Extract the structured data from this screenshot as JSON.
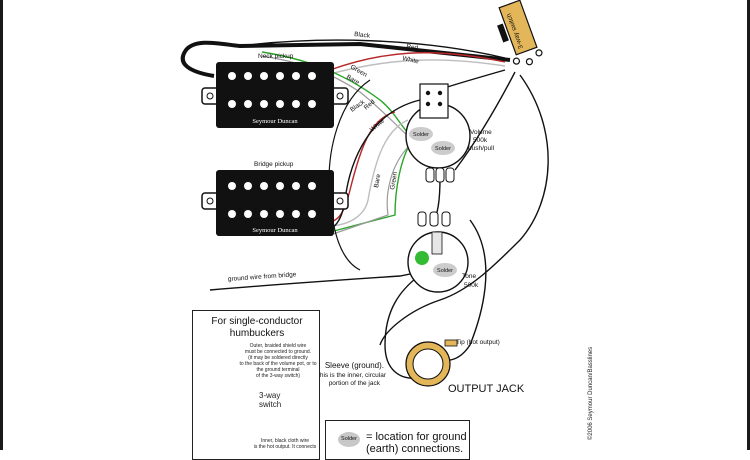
{
  "labels": {
    "neck_pickup": "Neck pickup",
    "bridge_pickup": "Bridge pickup",
    "brand": "Seymour Duncan",
    "switch": "3-way switch",
    "black": "Black",
    "red": "Red",
    "white": "White",
    "green": "Green",
    "bare": "Bare",
    "solder": "Solder",
    "volume": "Volume",
    "volume_value": "500k",
    "volume_type": "push/pull",
    "tone": "Tone",
    "tone_value": "500k",
    "ground_wire": "ground wire from bridge",
    "tip": "Tip (hot output)",
    "sleeve_1": "Sleeve (ground).",
    "sleeve_2": "This is the inner, circular",
    "sleeve_3": "portion of the jack",
    "output_jack": "OUTPUT JACK",
    "credit": "©2006 Seymour Duncan/Basslines"
  },
  "inset": {
    "title_1": "For single-conductor",
    "title_2": "humbuckers",
    "note_1": "Outer, braided shield wire",
    "note_2": "must be connected to ground.",
    "note_3": "(it may be soldered directly",
    "note_4": "to the back of the volume pot, or to",
    "note_5": "the ground terminal",
    "note_6": "of the 3-way switch)",
    "switch_1": "3-way",
    "switch_2": "switch",
    "note_7": "Inner, black cloth wire",
    "note_8": "is the hot output. It connects"
  },
  "legend": {
    "solder": "Solder",
    "text_1": "= location for ground",
    "text_2": "(earth) connections."
  },
  "colors": {
    "wire_black": "#111111",
    "wire_red": "#b8282a",
    "wire_green": "#2aa52a",
    "wire_white": "#bdbdbd",
    "pickup_body": "#111111",
    "solder_blob": "#cccccc",
    "green_dot": "#33bb33",
    "switch_body": "#e3b65a"
  }
}
